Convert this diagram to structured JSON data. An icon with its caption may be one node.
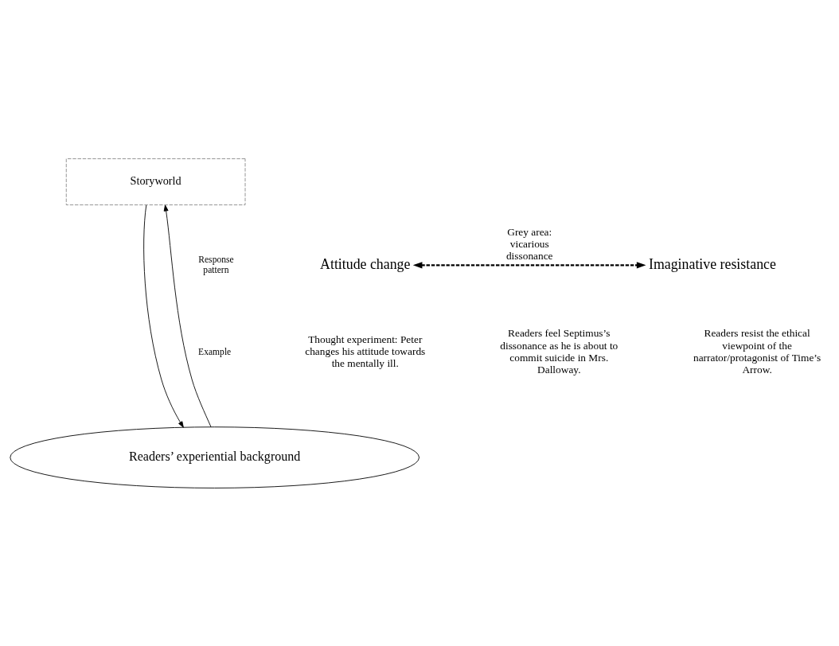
{
  "diagram": {
    "nodes": [
      {
        "text": [
          "Storyworld"
        ]
      },
      {
        "text": [
          "Attitude change"
        ]
      },
      {
        "text": [
          "Imaginative resistance"
        ]
      },
      {
        "text": [
          "Readers’ experiential background"
        ]
      }
    ],
    "edges": [
      {
        "from": 0,
        "to": 3,
        "arrow": "to"
      },
      {
        "from": 3,
        "to": 0,
        "arrow": "to"
      },
      {
        "from": 1,
        "to": 2,
        "arrow": "both",
        "style": "dashed",
        "label": "Grey area: vicarious dissonance"
      }
    ],
    "labels": [
      "Response pattern",
      "Example",
      "Thought experiment: Peter changes his attitude towards the mentally ill.",
      "Readers feel Septimus’s dissonance as he is about to commit suicide in Mrs. Dalloway.",
      "Readers resist the ethical viewpoint of the narrator/protagonist of Time’s Arrow."
    ]
  }
}
